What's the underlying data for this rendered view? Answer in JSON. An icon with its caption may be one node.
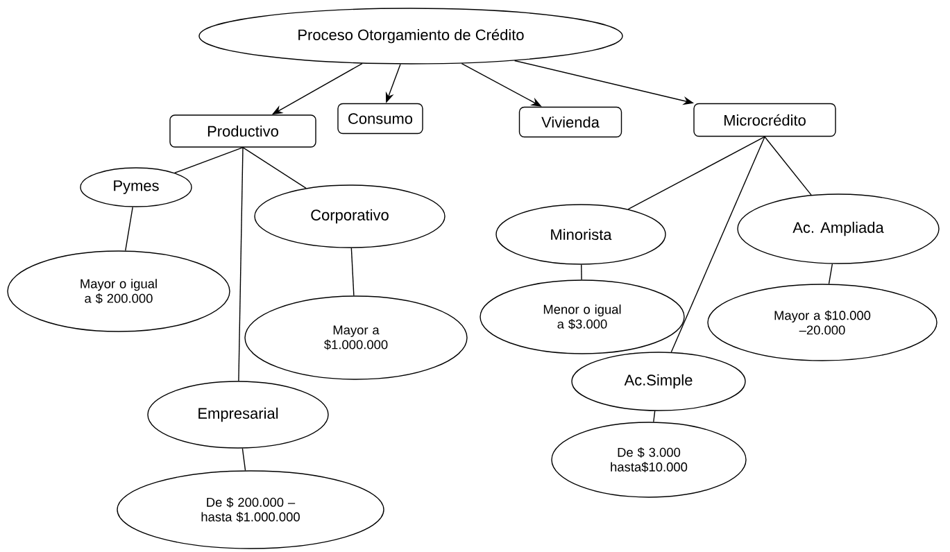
{
  "diagram": {
    "nodes": [
      {
        "text": [
          "Proceso Otorgamiento de Crédito"
        ]
      },
      {
        "text": [
          "Productivo"
        ]
      },
      {
        "text": [
          "Consumo"
        ]
      },
      {
        "text": [
          "Vivienda"
        ]
      },
      {
        "text": [
          "Microcrédito"
        ]
      },
      {
        "text": [
          "Pymes"
        ]
      },
      {
        "text": [
          "Corporativo"
        ]
      },
      {
        "text": [
          "Mayor o igual a $ 200.000"
        ]
      },
      {
        "text": [
          "Empresarial"
        ]
      },
      {
        "text": [
          "Mayor a $1.000.000"
        ]
      },
      {
        "text": [
          "Minorista"
        ]
      },
      {
        "text": [
          "Ac. Ampliada"
        ]
      },
      {
        "text": [
          "Menor o igual a $3.000"
        ]
      },
      {
        "text": [
          "Mayor a $10.000 –20.000"
        ]
      },
      {
        "text": [
          "Ac.Simple"
        ]
      },
      {
        "text": [
          "De $ 200.000 – hasta $1.000.000"
        ]
      },
      {
        "text": [
          "De $ 3.000 hasta$10.000"
        ]
      }
    ],
    "edges": [
      {
        "from": 0,
        "to": 1,
        "arrow": "to"
      },
      {
        "from": 0,
        "to": 2,
        "arrow": "to"
      },
      {
        "from": 0,
        "to": 3,
        "arrow": "to"
      },
      {
        "from": 0,
        "to": 4,
        "arrow": "to"
      },
      {
        "from": 1,
        "to": 5,
        "arrow": "none"
      },
      {
        "from": 1,
        "to": 6,
        "arrow": "none"
      },
      {
        "from": 1,
        "to": 8,
        "arrow": "none"
      },
      {
        "from": 5,
        "to": 7,
        "arrow": "none"
      },
      {
        "from": 6,
        "to": 9,
        "arrow": "none"
      },
      {
        "from": 8,
        "to": 15,
        "arrow": "none"
      },
      {
        "from": 4,
        "to": 10,
        "arrow": "none"
      },
      {
        "from": 4,
        "to": 11,
        "arrow": "none"
      },
      {
        "from": 4,
        "to": 14,
        "arrow": "none"
      },
      {
        "from": 10,
        "to": 12,
        "arrow": "none"
      },
      {
        "from": 11,
        "to": 13,
        "arrow": "none"
      },
      {
        "from": 14,
        "to": 16,
        "arrow": "none"
      }
    ]
  }
}
